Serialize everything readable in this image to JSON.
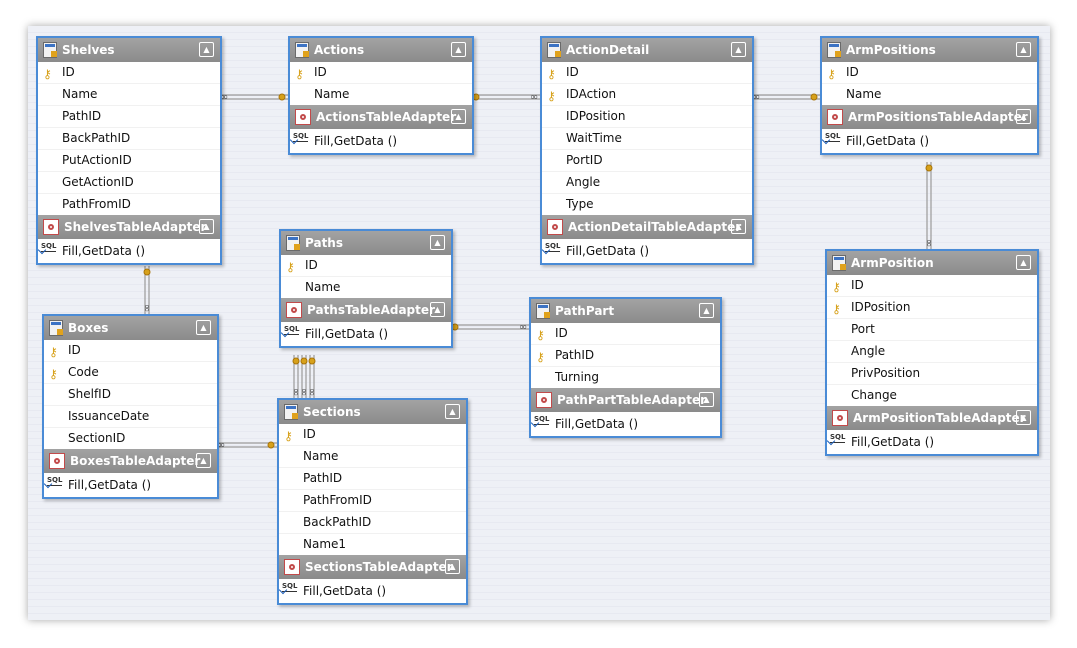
{
  "tables": [
    {
      "id": "shelves",
      "name": "Shelves",
      "fields": [
        {
          "name": "ID",
          "key": true
        },
        {
          "name": "Name"
        },
        {
          "name": "PathID"
        },
        {
          "name": "BackPathID"
        },
        {
          "name": "PutActionID"
        },
        {
          "name": "GetActionID"
        },
        {
          "name": "PathFromID"
        }
      ],
      "adapter": "ShelvesTableAdapter",
      "method": "Fill,GetData ()"
    },
    {
      "id": "actions",
      "name": "Actions",
      "fields": [
        {
          "name": "ID",
          "key": true
        },
        {
          "name": "Name"
        }
      ],
      "adapter": "ActionsTableAdapter",
      "method": "Fill,GetData ()"
    },
    {
      "id": "actiondetail",
      "name": "ActionDetail",
      "fields": [
        {
          "name": "ID",
          "key": true
        },
        {
          "name": "IDAction",
          "key": true
        },
        {
          "name": "IDPosition"
        },
        {
          "name": "WaitTime"
        },
        {
          "name": "PortID"
        },
        {
          "name": "Angle"
        },
        {
          "name": "Type"
        }
      ],
      "adapter": "ActionDetailTableAdapter",
      "method": "Fill,GetData ()"
    },
    {
      "id": "armpositions",
      "name": "ArmPositions",
      "fields": [
        {
          "name": "ID",
          "key": true
        },
        {
          "name": "Name"
        }
      ],
      "adapter": "ArmPositionsTableAdapter",
      "method": "Fill,GetData ()"
    },
    {
      "id": "paths",
      "name": "Paths",
      "fields": [
        {
          "name": "ID",
          "key": true
        },
        {
          "name": "Name"
        }
      ],
      "adapter": "PathsTableAdapter",
      "method": "Fill,GetData ()"
    },
    {
      "id": "boxes",
      "name": "Boxes",
      "fields": [
        {
          "name": "ID",
          "key": true
        },
        {
          "name": "Code",
          "key": true
        },
        {
          "name": "ShelfID"
        },
        {
          "name": "IssuanceDate"
        },
        {
          "name": "SectionID"
        }
      ],
      "adapter": "BoxesTableAdapter",
      "method": "Fill,GetData ()"
    },
    {
      "id": "pathpart",
      "name": "PathPart",
      "fields": [
        {
          "name": "ID",
          "key": true
        },
        {
          "name": "PathID",
          "key": true
        },
        {
          "name": "Turning"
        }
      ],
      "adapter": "PathPartTableAdapter",
      "method": "Fill,GetData ()"
    },
    {
      "id": "sections",
      "name": "Sections",
      "fields": [
        {
          "name": "ID",
          "key": true
        },
        {
          "name": "Name"
        },
        {
          "name": "PathID"
        },
        {
          "name": "PathFromID"
        },
        {
          "name": "BackPathID"
        },
        {
          "name": "Name1"
        }
      ],
      "adapter": "SectionsTableAdapter",
      "method": "Fill,GetData ()"
    },
    {
      "id": "armposition",
      "name": "ArmPosition",
      "fields": [
        {
          "name": "ID",
          "key": true
        },
        {
          "name": "IDPosition",
          "key": true
        },
        {
          "name": "Port"
        },
        {
          "name": "Angle"
        },
        {
          "name": "PrivPosition"
        },
        {
          "name": "Change"
        }
      ],
      "adapter": "ArmPositionTableAdapter",
      "method": "Fill,GetData ()"
    }
  ],
  "relations": [
    {
      "from": "shelves",
      "to": "actions"
    },
    {
      "from": "actiondetail",
      "to": "actions"
    },
    {
      "from": "actiondetail",
      "to": "armpositions"
    },
    {
      "from": "armpositions",
      "to": "armposition"
    },
    {
      "from": "shelves",
      "to": "boxes"
    },
    {
      "from": "boxes",
      "to": "sections"
    },
    {
      "from": "pathpart",
      "to": "paths"
    },
    {
      "from": "sections",
      "to": "paths"
    },
    {
      "from": "sections",
      "to": "paths"
    },
    {
      "from": "sections",
      "to": "paths"
    }
  ],
  "colors": {
    "border": "#4a8bd6",
    "header": "#9a9a9a",
    "key": "#d7a11b",
    "line": "#9a9a9a"
  }
}
